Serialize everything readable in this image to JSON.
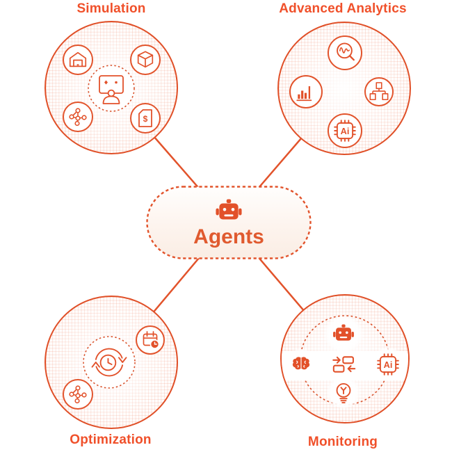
{
  "diagram": {
    "center_node": {
      "label": "Agents",
      "icon": "robot-icon"
    },
    "nodes": {
      "simulation": {
        "label": "Simulation",
        "icons": [
          "warehouse-icon",
          "package-box-icon",
          "network-graph-icon",
          "dollar-document-icon",
          "digital-avatar-icon"
        ]
      },
      "advanced_analytics": {
        "label": "Advanced Analytics",
        "icons": [
          "waveform-magnifier-icon",
          "bar-chart-icon",
          "hierarchy-icon",
          "ai-chip-icon"
        ]
      },
      "optimization": {
        "label": "Optimization",
        "icons": [
          "sync-clock-icon",
          "calendar-clock-icon",
          "network-graph-icon"
        ]
      },
      "monitoring": {
        "label": "Monitoring",
        "icons": [
          "robot-icon",
          "brain-icon",
          "data-exchange-icon",
          "ai-chip-icon",
          "lightbulb-icon"
        ]
      }
    },
    "icon_text": {
      "ai": "Ai",
      "dollar": "$"
    },
    "colors": {
      "accent_stroke": "#E2512A",
      "node_border": "#E04F27",
      "title_text": "#F0502A",
      "agents_text": "#E05A2F",
      "grid_line": "#F5DACD",
      "pill_fill_top": "#FFFEFD",
      "pill_fill_bottom": "#FAEDE4",
      "connector": "#E2532B"
    }
  }
}
